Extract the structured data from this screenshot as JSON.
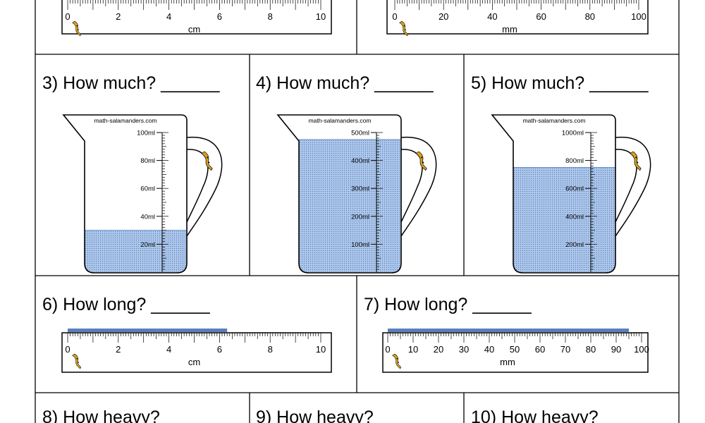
{
  "questions": [
    {
      "q": "3) How much? ______"
    },
    {
      "q": "4) How much? ______"
    },
    {
      "q": "5) How much? ______"
    },
    {
      "q": "6) How long? ______"
    },
    {
      "q": "7) How long? ______"
    },
    {
      "q": "8) How heavy?"
    },
    {
      "q": "9) How heavy?"
    },
    {
      "q": "10) How heavy?"
    }
  ],
  "rulers": [
    {
      "id": "top-cm",
      "unit": "cm",
      "min": 0,
      "max": 10,
      "labels": [
        "0",
        "2",
        "4",
        "6",
        "8",
        "10"
      ]
    },
    {
      "id": "top-mm",
      "unit": "mm",
      "min": 0,
      "max": 100,
      "labels": [
        "0",
        "20",
        "40",
        "60",
        "80",
        "100"
      ]
    },
    {
      "id": "q6-cm",
      "unit": "cm",
      "min": 0,
      "max": 10,
      "labels": [
        "0",
        "2",
        "4",
        "6",
        "8",
        "10"
      ],
      "bar_length": 6.3
    },
    {
      "id": "q7-mm",
      "unit": "mm",
      "min": 0,
      "max": 100,
      "labels": [
        "0",
        "10",
        "20",
        "30",
        "40",
        "50",
        "60",
        "70",
        "80",
        "90",
        "100"
      ],
      "bar_length": 95
    }
  ],
  "jugs": [
    {
      "brand": "math-salamanders.com",
      "max": 100,
      "labels": [
        "100ml",
        "80ml",
        "60ml",
        "40ml",
        "20ml"
      ],
      "fill": 30
    },
    {
      "brand": "math-salamanders.com",
      "max": 500,
      "labels": [
        "500ml",
        "400ml",
        "300ml",
        "200ml",
        "100ml"
      ],
      "fill": 475
    },
    {
      "brand": "math-salamanders.com",
      "max": 1000,
      "labels": [
        "1000ml",
        "800ml",
        "600ml",
        "400ml",
        "200ml"
      ],
      "fill": 750
    }
  ],
  "colors": {
    "liquid": "#aec7e8",
    "liquid_dots": "#4a78c2",
    "bar": "#5b7fbd",
    "salamander": "#d9a21b"
  }
}
